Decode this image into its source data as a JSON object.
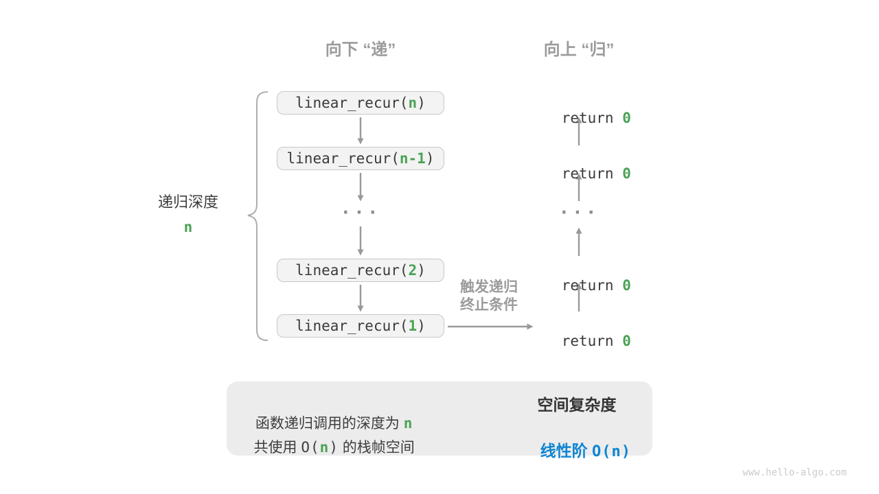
{
  "page": {
    "watermark": "www.hello-algo.com"
  },
  "colors": {
    "green_accent": "#4aa254",
    "blue_accent": "#0e85d3",
    "gray_heading": "#9b9b9b",
    "arrow_gray": "#999999",
    "box_fill": "#f3f3f3",
    "box_border": "#c7c7c7",
    "summary_bg": "#ececec",
    "dark_text": "#3d3d3d"
  },
  "headers": {
    "down": "向下 “递”",
    "up": "向上 “归”"
  },
  "depth": {
    "label": "递归深度",
    "value": "n"
  },
  "calls": [
    {
      "prefix": "linear_recur(",
      "arg": "n",
      "suffix": ")"
    },
    {
      "prefix": "linear_recur(",
      "arg": "n-1",
      "suffix": ")"
    },
    {
      "prefix": "linear_recur(",
      "arg": "2",
      "suffix": ")"
    },
    {
      "prefix": "linear_recur(",
      "arg": "1",
      "suffix": ")"
    }
  ],
  "ellipsis": "···",
  "returns": [
    {
      "keyword": "return ",
      "value": "0"
    },
    {
      "keyword": "return ",
      "value": "0"
    },
    {
      "keyword": "return ",
      "value": "0"
    },
    {
      "keyword": "return ",
      "value": "0"
    }
  ],
  "trigger": {
    "line1": "触发递归",
    "line2": "终止条件"
  },
  "summary": {
    "line1": {
      "text": "函数递归调用的深度为 ",
      "highlight": "n"
    },
    "line2": {
      "pre": "共使用 ",
      "open": "O(",
      "highlight": "n",
      "close": ")",
      "post": " 的栈帧空间"
    },
    "result_title": "空间复杂度",
    "result_pre": "线性阶 ",
    "result_formula": "O(n)"
  }
}
